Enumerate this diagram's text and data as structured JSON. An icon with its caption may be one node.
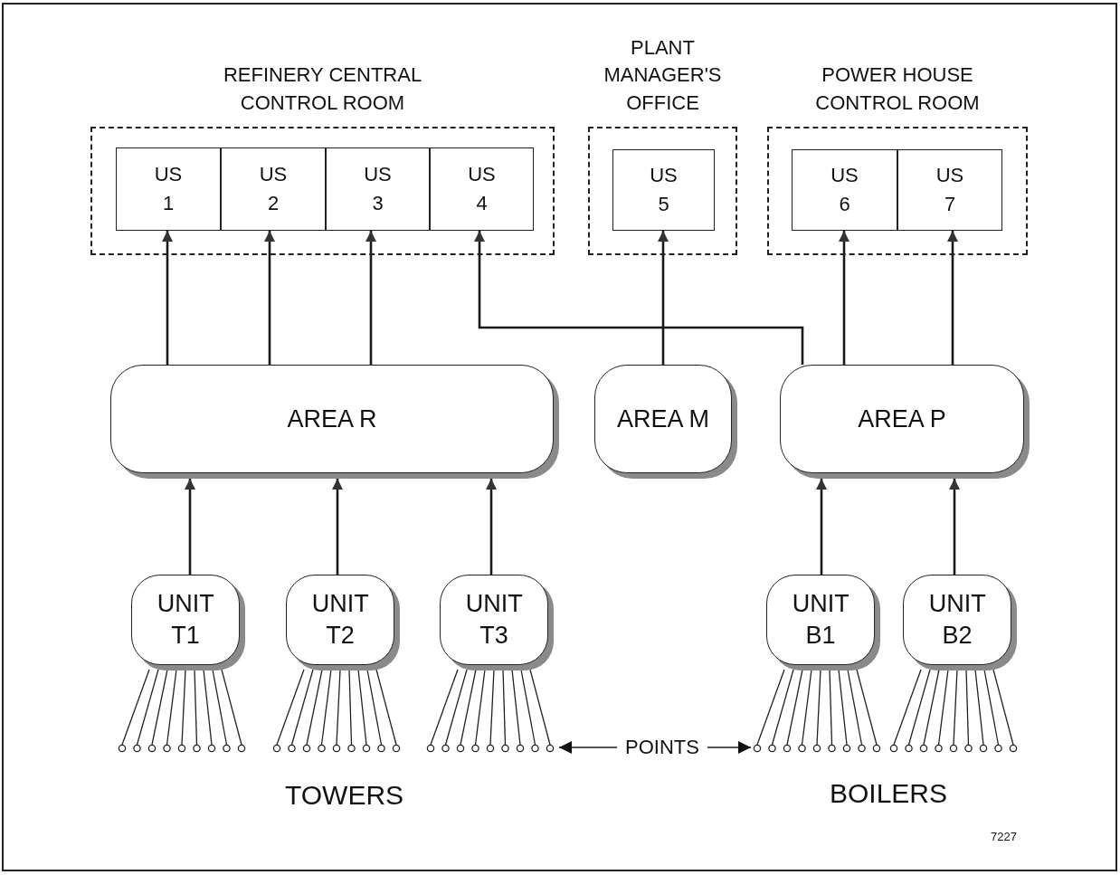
{
  "diagram": {
    "nodes": [
      {
        "text": [
          "REFINERY CENTRAL CONTROL ROOM"
        ]
      },
      {
        "text": [
          "US 1"
        ],
        "in": 0
      },
      {
        "text": [
          "US 2"
        ],
        "in": 0
      },
      {
        "text": [
          "US 3"
        ],
        "in": 0
      },
      {
        "text": [
          "US 4"
        ],
        "in": 0
      },
      {
        "text": [
          "PLANT MANAGER'S OFFICE"
        ]
      },
      {
        "text": [
          "US 5"
        ],
        "in": 5
      },
      {
        "text": [
          "POWER HOUSE CONTROL ROOM"
        ]
      },
      {
        "text": [
          "US 6"
        ],
        "in": 7
      },
      {
        "text": [
          "US 7"
        ],
        "in": 7
      },
      {
        "text": [
          "AREA R"
        ]
      },
      {
        "text": [
          "AREA M"
        ]
      },
      {
        "text": [
          "AREA P"
        ]
      },
      {
        "text": [
          "UNIT T1"
        ]
      },
      {
        "text": [
          "UNIT T2"
        ]
      },
      {
        "text": [
          "UNIT T3"
        ]
      },
      {
        "text": [
          "UNIT B1"
        ]
      },
      {
        "text": [
          "UNIT B2"
        ]
      },
      {
        "text": [
          "POINTS"
        ]
      }
    ],
    "edges": [
      {
        "from": 10,
        "to": 1,
        "arrow": "to"
      },
      {
        "from": 10,
        "to": 2,
        "arrow": "to"
      },
      {
        "from": 10,
        "to": 3,
        "arrow": "to"
      },
      {
        "from": 12,
        "to": 4,
        "arrow": "to"
      },
      {
        "from": 11,
        "to": 6,
        "arrow": "to"
      },
      {
        "from": 12,
        "to": 8,
        "arrow": "to"
      },
      {
        "from": 12,
        "to": 9,
        "arrow": "to"
      },
      {
        "from": 13,
        "to": 10,
        "arrow": "to"
      },
      {
        "from": 14,
        "to": 10,
        "arrow": "to"
      },
      {
        "from": 15,
        "to": 10,
        "arrow": "to"
      },
      {
        "from": 16,
        "to": 12,
        "arrow": "to"
      },
      {
        "from": 17,
        "to": 12,
        "arrow": "to"
      },
      {
        "from": 18,
        "to": null,
        "arrow": "to"
      },
      {
        "from": 18,
        "to": null,
        "arrow": "to"
      }
    ],
    "labels": [
      "TOWERS",
      "BOILERS",
      "7227"
    ]
  }
}
